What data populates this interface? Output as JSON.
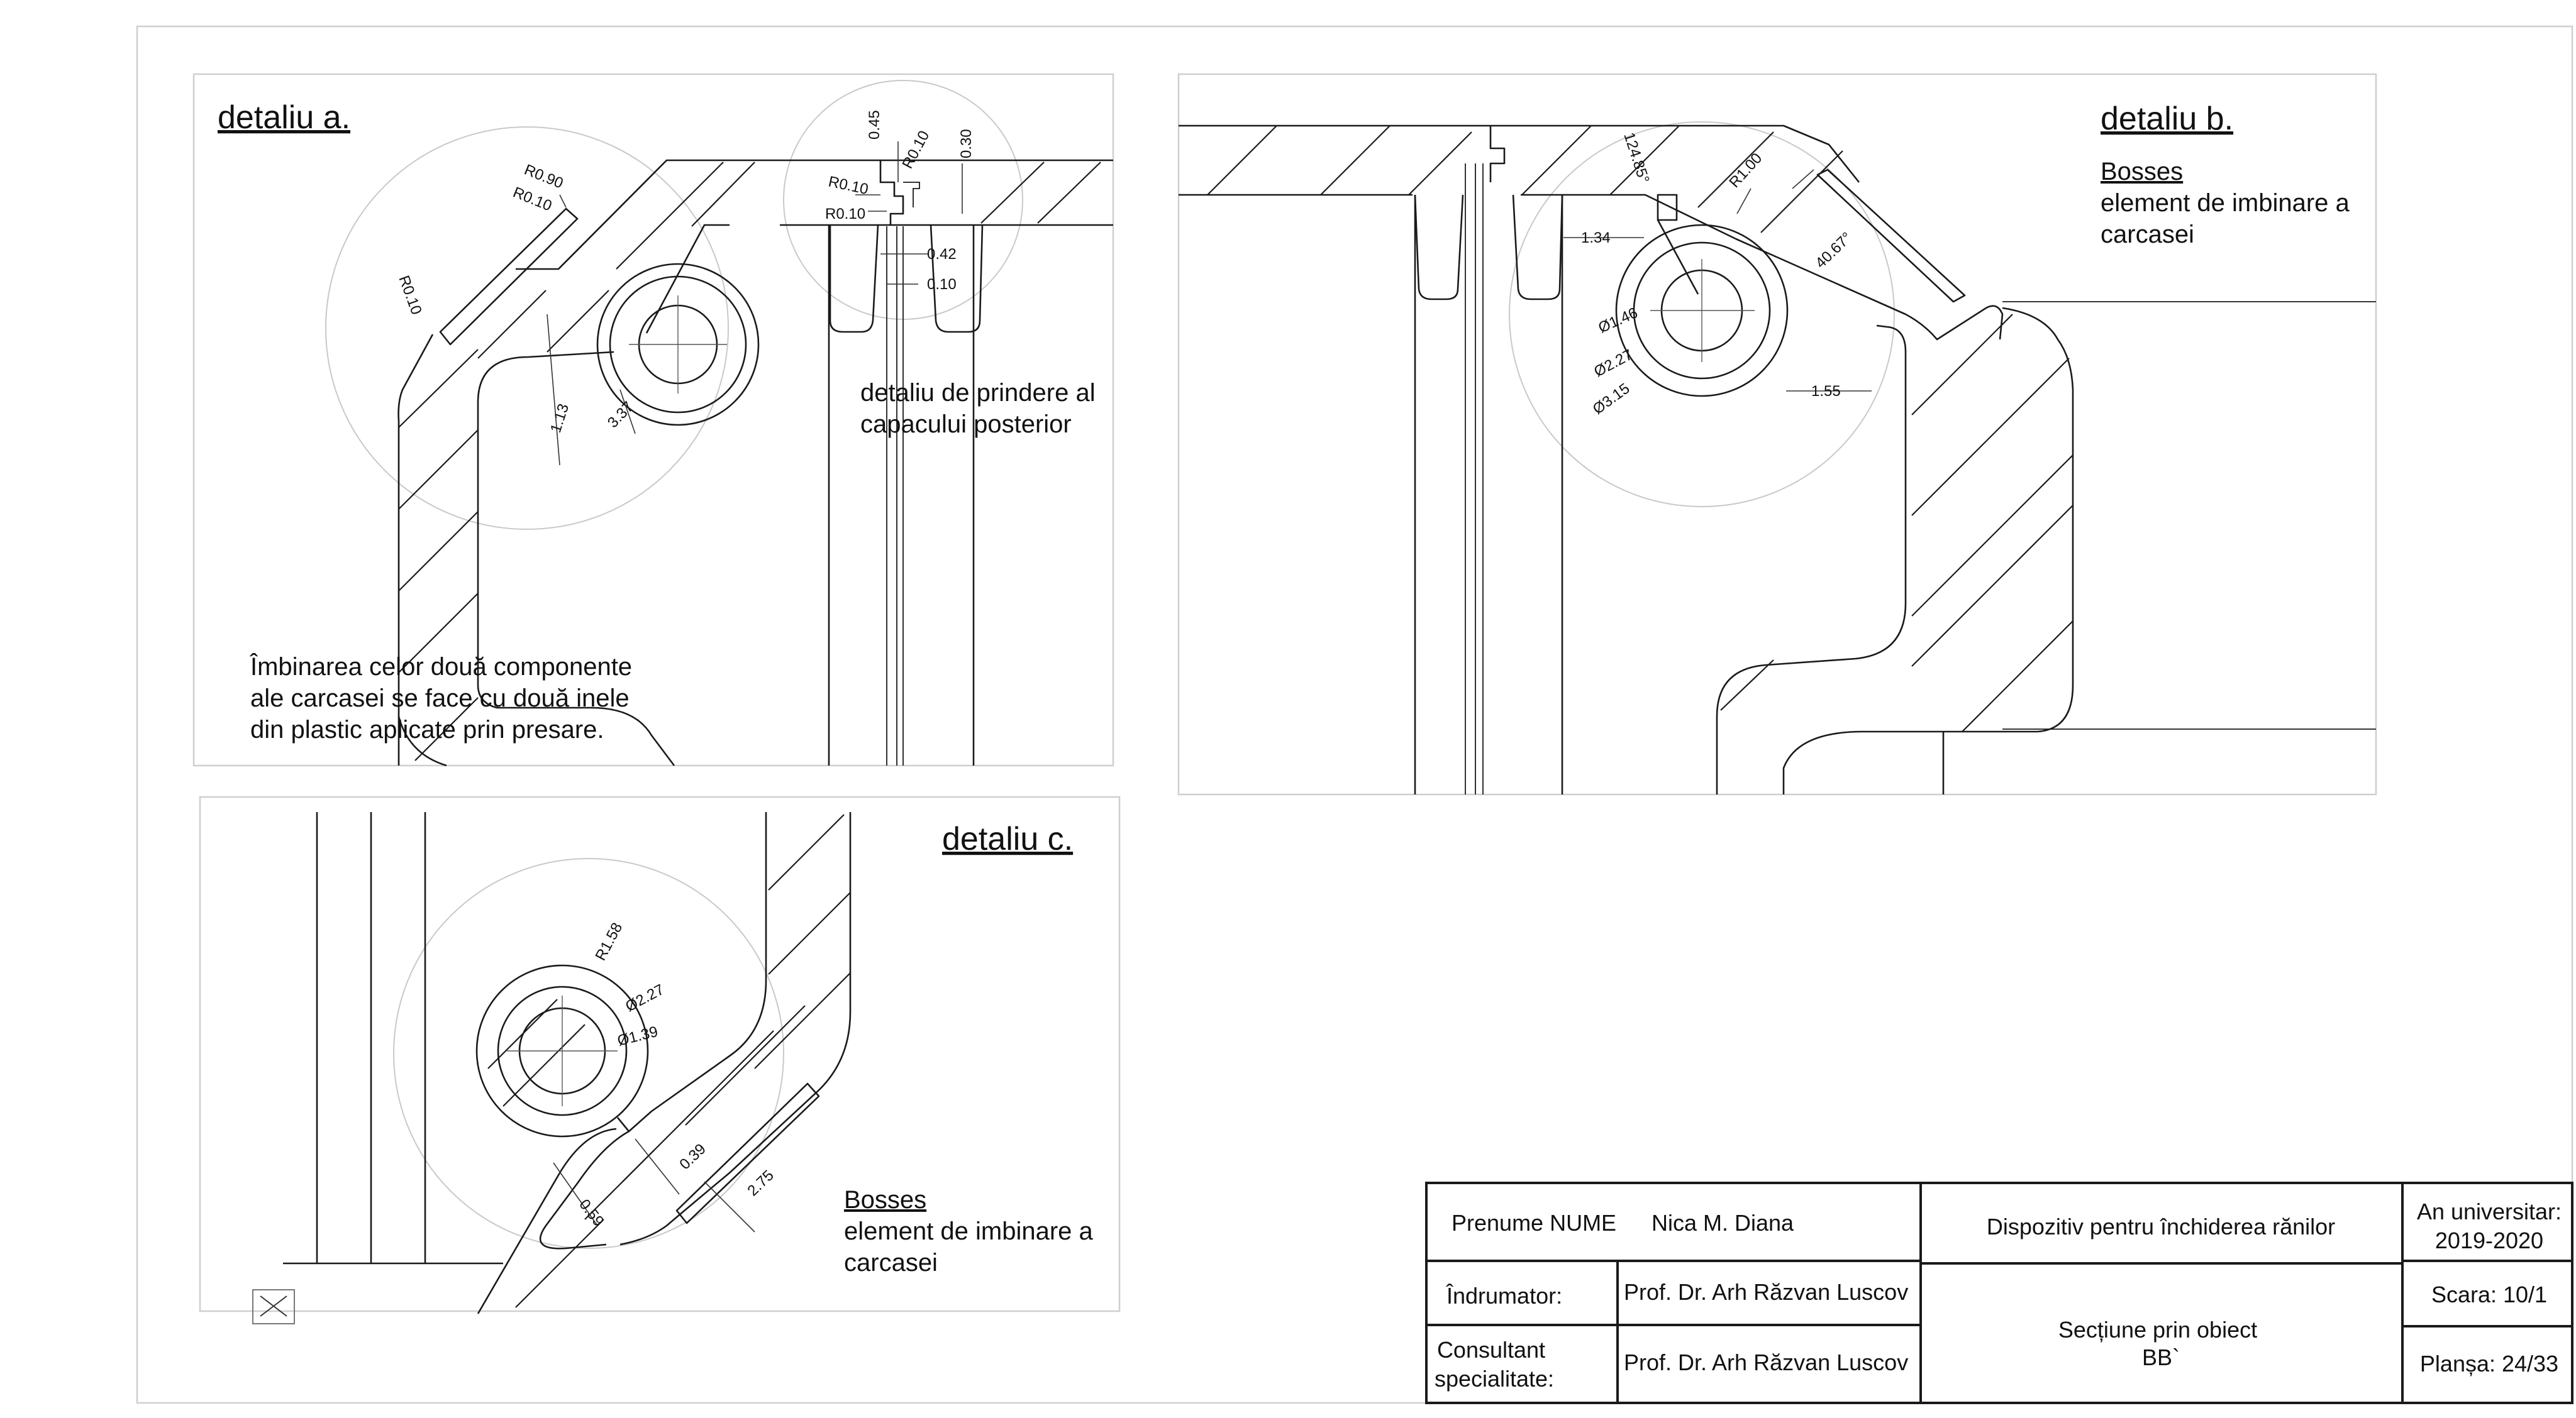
{
  "detail_a": {
    "title": "detaliu a.",
    "note_top": [
      "detaliu de prindere al",
      "capacului posterior"
    ],
    "note_bottom": [
      "Îmbinarea celor două componente",
      "ale carcasei se face cu două inele",
      "din plastic aplicate prin presare."
    ],
    "dims": [
      "R0.90",
      "R0.10",
      "R0.10",
      "1.13",
      "3.37",
      "0.45",
      "R0.10",
      "0.30",
      "R0.10",
      "R0.10",
      "0.42",
      "0.10"
    ]
  },
  "detail_b": {
    "title": "detaliu b.",
    "heading": "Bosses",
    "note": [
      "element de imbinare a",
      "carcasei"
    ],
    "dims": [
      "124.85°",
      "R1.00",
      "1.34",
      "40.67°",
      "Ø1.46",
      "Ø2.27",
      "Ø3.15",
      "1.55"
    ]
  },
  "detail_c": {
    "title": "detaliu c.",
    "heading": "Bosses",
    "note": [
      "element de imbinare a",
      "carcasei"
    ],
    "dims": [
      "R1.58",
      "Ø2.27",
      "Ø1.39",
      "0.39",
      "2.75",
      "0.59"
    ]
  },
  "title_block": {
    "name_label": "Prenume NUME",
    "name_value": "Nica M. Diana",
    "project": "Dispozitiv pentru închiderea rănilor",
    "year_label": "An universitar:",
    "year_value": "2019-2020",
    "advisor_label": "Îndrumator:",
    "advisor_value": "Prof. Dr. Arh Răzvan Luscov",
    "consultant_label": [
      "Consultant",
      "specialitate:"
    ],
    "consultant_value": "Prof. Dr. Arh Răzvan Luscov",
    "section": [
      "Secțiune prin obiect",
      "BB`"
    ],
    "scale": "Scara: 10/1",
    "sheet": "Planșa: 24/33"
  },
  "colors": {
    "line": "#1a1a1a",
    "construction": "#c9c9c9",
    "frame": "#cfcfcf"
  }
}
